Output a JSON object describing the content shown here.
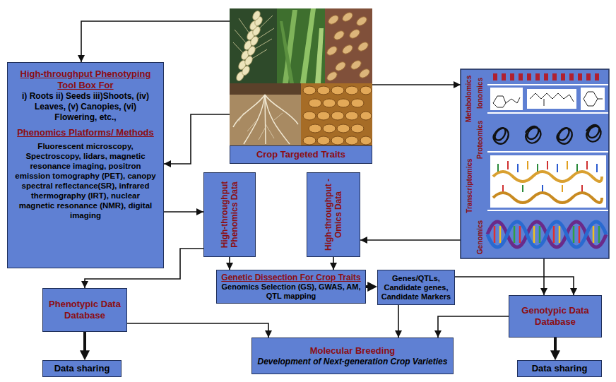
{
  "diagram": {
    "nodes": [
      {
        "text": [
          "Crop Targeted Traits"
        ]
      },
      {
        "text": [
          "High-throughput Phenotyping Tool Box For",
          "i) Roots ii) Seeds iii)Shoots, (iv) Leaves, (v) Canopies, (vi) Flowering, etc.,",
          "Phenomics Platforms/ Methods",
          "Fluorescent microscopy, Spectroscopy, lidars, magnetic resonance imaging, positron emission tomography (PET), canopy spectral reflectance(SR), infrared thermography (IRT), nuclear magnetic resonance (NMR), digital imaging"
        ]
      },
      {
        "text": [
          "Metabolomics",
          "Ionomics",
          "Proteomics",
          "Transcriptomics",
          "Genomics"
        ]
      },
      {
        "text": [
          "High-throughput Phenomics Data"
        ]
      },
      {
        "text": [
          "High-throughput -Omics Data"
        ]
      },
      {
        "text": [
          "Phenotypic Data Database"
        ]
      },
      {
        "text": [
          "Genetic Dissection For Crop Traits",
          "Genomics Selection (GS), GWAS, AM, QTL mapping"
        ]
      },
      {
        "text": [
          "Genes/QTLs, Candidate genes, Candidate Markers"
        ]
      },
      {
        "text": [
          "Genotypic Data Database"
        ]
      },
      {
        "text": [
          "Molecular Breeding",
          "Development of Next-generation Crop Varieties"
        ]
      },
      {
        "text": [
          "Data sharing"
        ]
      },
      {
        "text": [
          "Data sharing"
        ]
      }
    ],
    "edges": [
      {
        "from": 0,
        "to": 1,
        "arrow": "to"
      },
      {
        "from": 0,
        "to": 1,
        "arrow": "to"
      },
      {
        "from": 0,
        "to": 2,
        "arrow": "to"
      },
      {
        "from": 1,
        "to": 3,
        "arrow": "to"
      },
      {
        "from": 3,
        "to": 6,
        "arrow": "to"
      },
      {
        "from": 3,
        "to": 5,
        "arrow": "to"
      },
      {
        "from": 2,
        "to": 4,
        "arrow": "to"
      },
      {
        "from": 4,
        "to": 6,
        "arrow": "to"
      },
      {
        "from": 6,
        "to": 7,
        "arrow": "to"
      },
      {
        "from": 7,
        "to": 9,
        "arrow": "to"
      },
      {
        "from": 2,
        "to": 8,
        "arrow": "to"
      },
      {
        "from": 7,
        "to": 8,
        "arrow": "to"
      },
      {
        "from": 5,
        "to": 9,
        "arrow": "to"
      },
      {
        "from": 8,
        "to": 9,
        "arrow": "to"
      },
      {
        "from": 5,
        "to": 10,
        "arrow": "to"
      },
      {
        "from": 8,
        "to": 11,
        "arrow": "to"
      }
    ]
  }
}
